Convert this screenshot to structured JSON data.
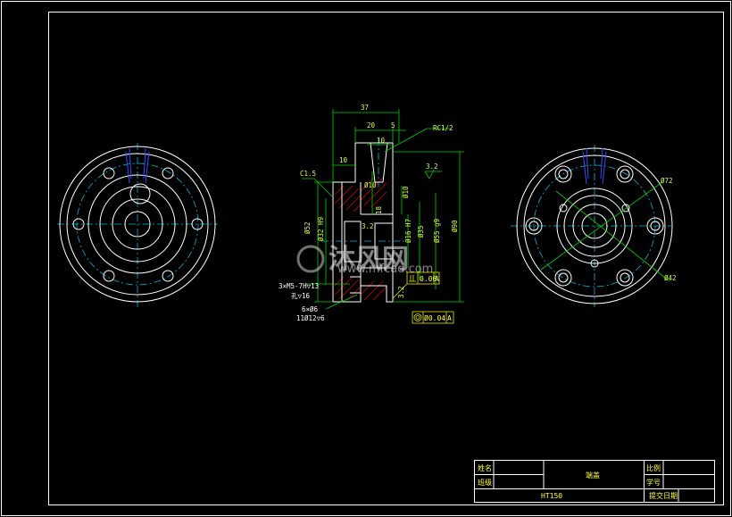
{
  "dimensions": {
    "d37": "37",
    "d20": "20",
    "d5": "5",
    "d10_top": "10",
    "d10_left": "10",
    "rc": "RC1/2",
    "c15": "C1.5",
    "rough1": "3.2",
    "rough2": "3.2",
    "rough3": "3.2",
    "phi52": "Ø52",
    "phi32": "Ø32 H9",
    "phi10a": "Ø10",
    "phi10b": "Ø10",
    "phi16": "Ø16 H7",
    "phi35": "Ø35",
    "phi55": "Ø55 g9",
    "phi90": "Ø90",
    "thread1": "3×M5-7H▽13",
    "thread2": "孔▽16",
    "holes1": "6×Ø6",
    "holes2": "11Ø12▽6",
    "tol1": "0.06",
    "datum1": "A",
    "tol2": "Ø0.04",
    "datum2": "A",
    "phi72": "Ø72",
    "phi42": "Ø42",
    "hatch_mark": "18"
  },
  "title_block": {
    "label_name": "姓名",
    "label_class": "班级",
    "label_scale": "比例",
    "label_number": "学号",
    "label_date": "提交日期",
    "part_name": "端盖",
    "material": "HT150"
  },
  "watermark": {
    "brand": "沐风网",
    "url": "www.mfcad.com"
  },
  "colors": {
    "background": "#000000",
    "outline": "#ffffff",
    "centerline": "#00b8d8",
    "dimension": "#00d000",
    "hatch": "#e00000",
    "tolerance": "#e8e800",
    "keyway": "#3050ff"
  }
}
